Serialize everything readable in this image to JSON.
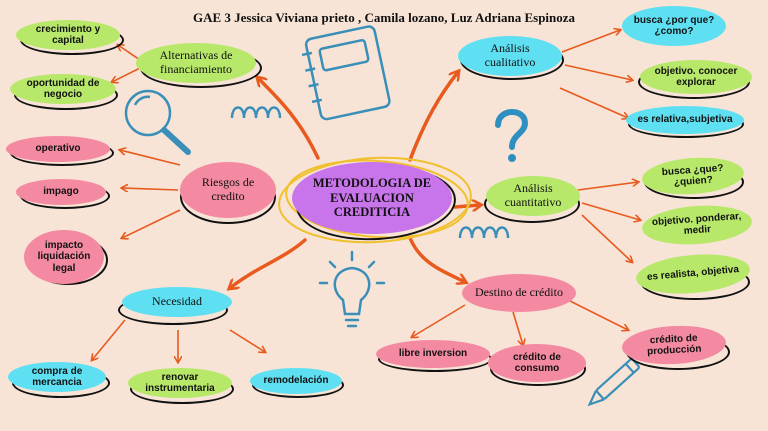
{
  "title": "GAE 3 Jessica Viviana prieto , Camila lozano, Luz Adriana Espinoza",
  "center": "METODOLOGIA DE EVALUACION CREDITICIA",
  "branches": {
    "alternativas": {
      "label": "Alternativas de financiamiento",
      "children": [
        "crecimiento y capital",
        "oportunidad de negocio"
      ]
    },
    "riesgos": {
      "label": "Riesgos de credito",
      "children": [
        "operativo",
        "impago",
        "impacto liquidación legal"
      ]
    },
    "necesidad": {
      "label": "Necesidad",
      "children": [
        "compra de mercancia",
        "renovar instrumentaria",
        "remodelación"
      ]
    },
    "cualitativo": {
      "label": "Análisis cualitativo",
      "children": [
        "busca ¿por que? ¿como?",
        "objetivo. conocer explorar",
        "es relativa,subjetiva"
      ]
    },
    "cuantitativo": {
      "label": "Análisis cuantitativo",
      "children": [
        "busca ¿que? ¿quien?",
        "objetivo. ponderar, medir",
        "es realista, objetiva"
      ]
    },
    "destino": {
      "label": "Destino de crédito",
      "children": [
        "libre inversion",
        "crédito de consumo",
        "crédito de producción"
      ]
    }
  },
  "colors": {
    "background": "#f7e4d6",
    "green": "#b7e86a",
    "cyan": "#5ee0f2",
    "pink": "#f48aa2",
    "purple": "#c874ea",
    "arrow": "#e85a1e",
    "ring": "#f0c02e",
    "doodle": "#3a8fb8"
  },
  "icons": [
    "notebook-icon",
    "magnifier-icon",
    "question-mark-icon",
    "lightbulb-icon",
    "pencil-icon",
    "spring-doodle-icon"
  ]
}
